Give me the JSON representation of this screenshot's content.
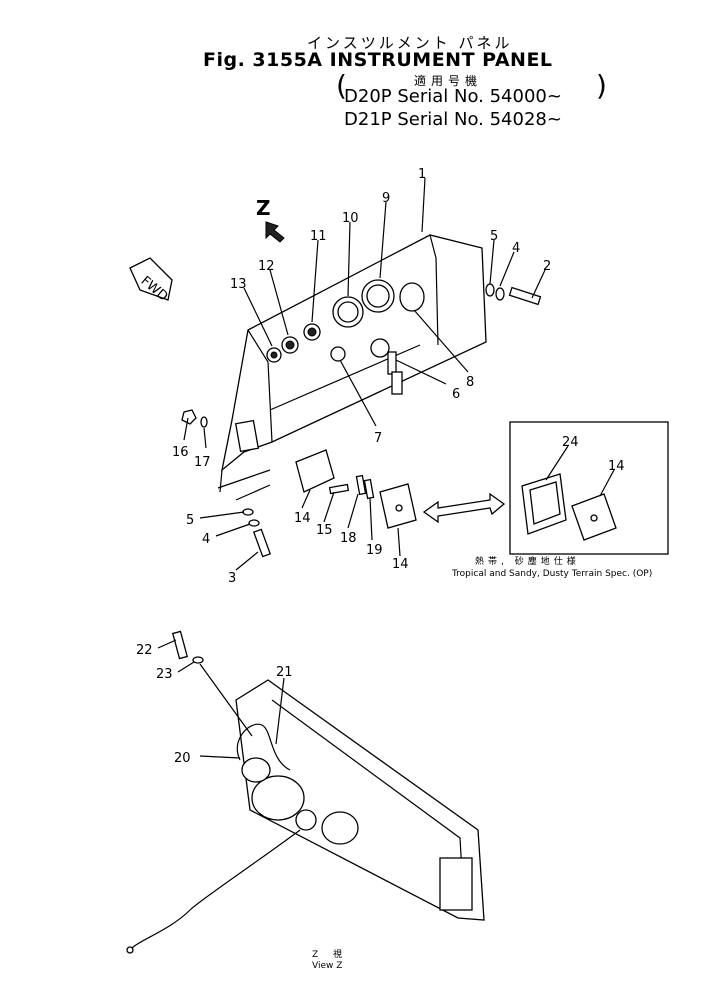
{
  "header": {
    "title_jp": "インスツルメント パネル",
    "title_en": "Fig. 3155A INSTRUMENT PANEL",
    "applicable_jp": "適用号機",
    "serial_1": "D20P Serial No. 54000~",
    "serial_2": "D21P Serial No. 54028~",
    "paren_open": "(",
    "paren_close": ")"
  },
  "view_marker": "Z",
  "fwd_label": "FWD",
  "part_labels": {
    "p1": "1",
    "p2": "2",
    "p3": "3",
    "p4a": "4",
    "p4b": "4",
    "p5a": "5",
    "p5b": "5",
    "p6": "6",
    "p7": "7",
    "p8": "8",
    "p9": "9",
    "p10": "10",
    "p11": "11",
    "p12": "12",
    "p13": "13",
    "p14a": "14",
    "p14b": "14",
    "p14c": "14",
    "p15": "15",
    "p16": "16",
    "p17": "17",
    "p18": "18",
    "p19": "19",
    "p20": "20",
    "p21": "21",
    "p22": "22",
    "p23": "23",
    "p24": "24"
  },
  "inset": {
    "caption_jp": "熱帯, 砂塵地仕様",
    "caption_en": "Tropical and Sandy, Dusty Terrain Spec. (OP)"
  },
  "view_z": {
    "caption_jp": "Z 視",
    "caption_en": "View Z"
  }
}
